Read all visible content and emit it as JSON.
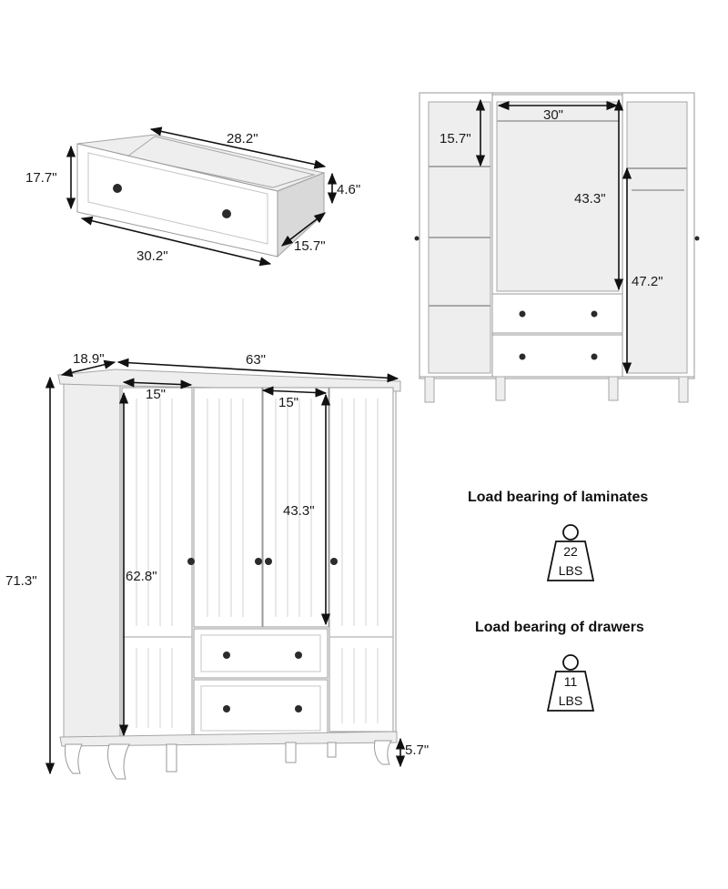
{
  "drawer_view": {
    "height": "17.7\"",
    "back_width": "28.2\"",
    "inner_depth": "4.6\"",
    "front_width": "30.2\"",
    "depth": "15.7\""
  },
  "interior_view": {
    "top_width": "30\"",
    "left_shelf": "15.7\"",
    "center_height": "43.3\"",
    "right_height": "47.2\""
  },
  "front_view": {
    "depth": "18.9\"",
    "width": "63\"",
    "door_width_left": "15\"",
    "door_width_right": "15\"",
    "total_height": "71.3\"",
    "side_door_height": "62.8\"",
    "center_door_height": "43.3\"",
    "leg_height": "5.7\""
  },
  "load": {
    "laminates_label": "Load bearing of laminates",
    "laminates_value": "22",
    "laminates_unit": "LBS",
    "drawers_label": "Load bearing of drawers",
    "drawers_value": "11",
    "drawers_unit": "LBS"
  },
  "colors": {
    "accent": "#111111",
    "body": "#ffffff",
    "outline": "#9a9a9a"
  }
}
